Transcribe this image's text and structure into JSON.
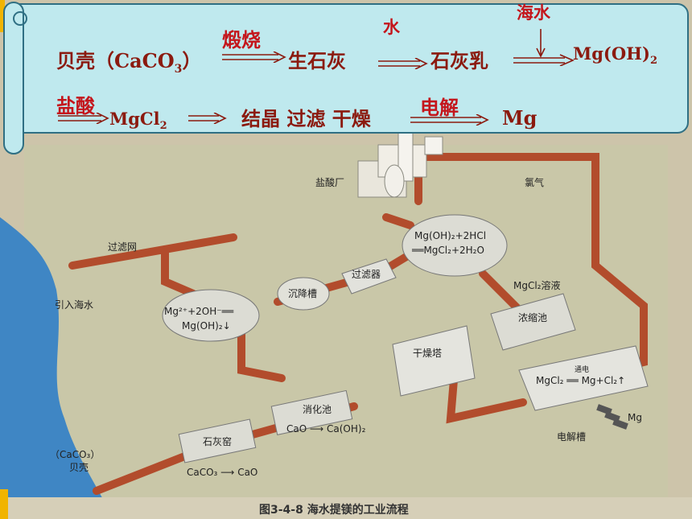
{
  "banner": {
    "row1": {
      "shell": "贝壳（CaCO",
      "shell_sub": "3",
      "shell_close": "）",
      "calcine": "煅烧",
      "quicklime": "生石灰",
      "water": "水",
      "slaked_lime": "石灰乳",
      "seawater": "海水",
      "product": "Mg(OH)",
      "product_sub": "2"
    },
    "row2": {
      "acid": "盐酸",
      "mgcl": "MgCl",
      "mgcl_sub": "2",
      "steps": "结晶 过滤 干燥",
      "electrolysis": "电解",
      "mg": "Mg"
    }
  },
  "diagram": {
    "hcl_plant": "盐酸厂",
    "chlorine": "氯气",
    "filter_net": "过滤网",
    "seawater_in": "引入海水",
    "tank_reaction_1": "Mg(OH)₂+2HCl",
    "tank_reaction_2": "══MgCl₂+2H₂O",
    "mgcl_solution": "MgCl₂溶液",
    "filter": "过滤器",
    "settling": "沉降槽",
    "mg_reaction_1": "Mg²⁺+2OH⁻══",
    "mg_reaction_2": "Mg(OH)₂↓",
    "concentrate": "浓缩池",
    "dryer": "干燥塔",
    "elec_reaction": "MgCl₂ ══ Mg+Cl₂↑",
    "elec_label": "通电",
    "elec_tank": "电解槽",
    "mg_out": "Mg",
    "slaker": "消化池",
    "kiln": "石灰窑",
    "cao_to_caoh": "CaO ⟶ Ca(OH)₂",
    "caco3_to_cao": "CaCO₃ ⟶ CaO",
    "shell_left": "（CaCO₃）",
    "shell_word": "贝壳"
  },
  "caption": "图3-4-8  海水提镁的工业流程"
}
